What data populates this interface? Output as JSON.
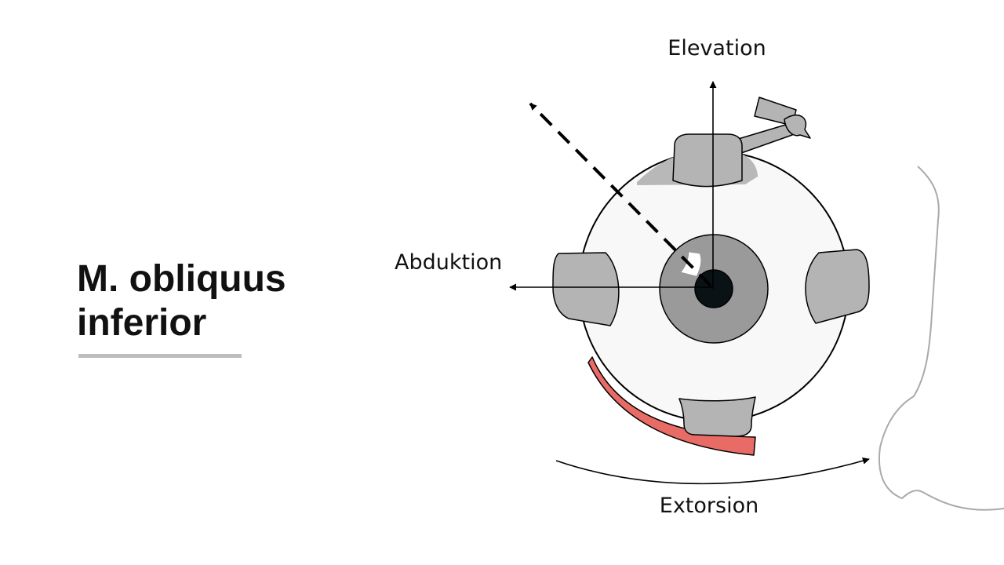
{
  "title": {
    "line1": "M. obliquus",
    "line2": "inferior"
  },
  "labels": {
    "elevation": "Elevation",
    "abduction": "Abduktion",
    "extorsion": "Extorsion"
  },
  "colors": {
    "muscle_highlight": "#e96b66",
    "muscle_tendon": "#b4b4b4",
    "sclera": "#f8f8f8",
    "iris": "#9a9a9a",
    "pupil": "#0b1215",
    "underline": "#bdbdbd",
    "face_outline": "#aaaaaa"
  }
}
